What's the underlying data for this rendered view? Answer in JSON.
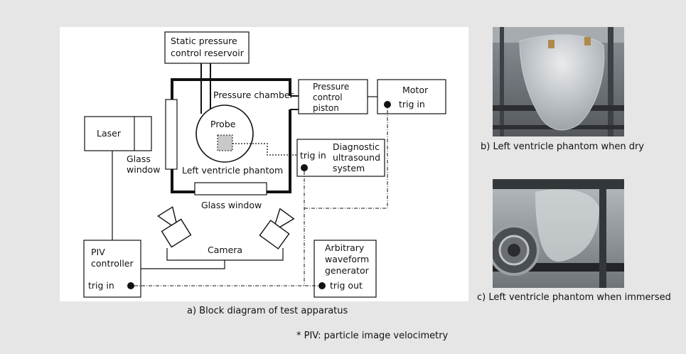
{
  "diagram": {
    "boxes": {
      "static_reservoir": [
        "Static pressure",
        "control reservoir"
      ],
      "pressure_piston": [
        "Pressure",
        "control",
        "piston"
      ],
      "motor": "Motor",
      "motor_trig": "trig in",
      "laser": "Laser",
      "diagnostic": [
        "Diagnostic",
        "ultrasound",
        "system"
      ],
      "diagnostic_trig": "trig in",
      "piv_controller": [
        "PIV",
        "controller"
      ],
      "piv_trig": "trig in",
      "waveform": [
        "Arbitrary",
        "waveform",
        "generator"
      ],
      "waveform_trig": "trig out"
    },
    "labels": {
      "pressure_chamber": "Pressure chamber",
      "probe": "Probe",
      "glass_window_side": [
        "Glass",
        "window"
      ],
      "left_ventricle_phantom": "Left ventricle phantom",
      "glass_window_bottom": "Glass window",
      "camera": "Camera"
    }
  },
  "captions": {
    "a": "a) Block diagram of test apparatus",
    "b": "b) Left ventricle phantom when dry",
    "c": "c) Left ventricle phantom when immersed",
    "footnote": "* PIV: particle image velocimetry"
  }
}
